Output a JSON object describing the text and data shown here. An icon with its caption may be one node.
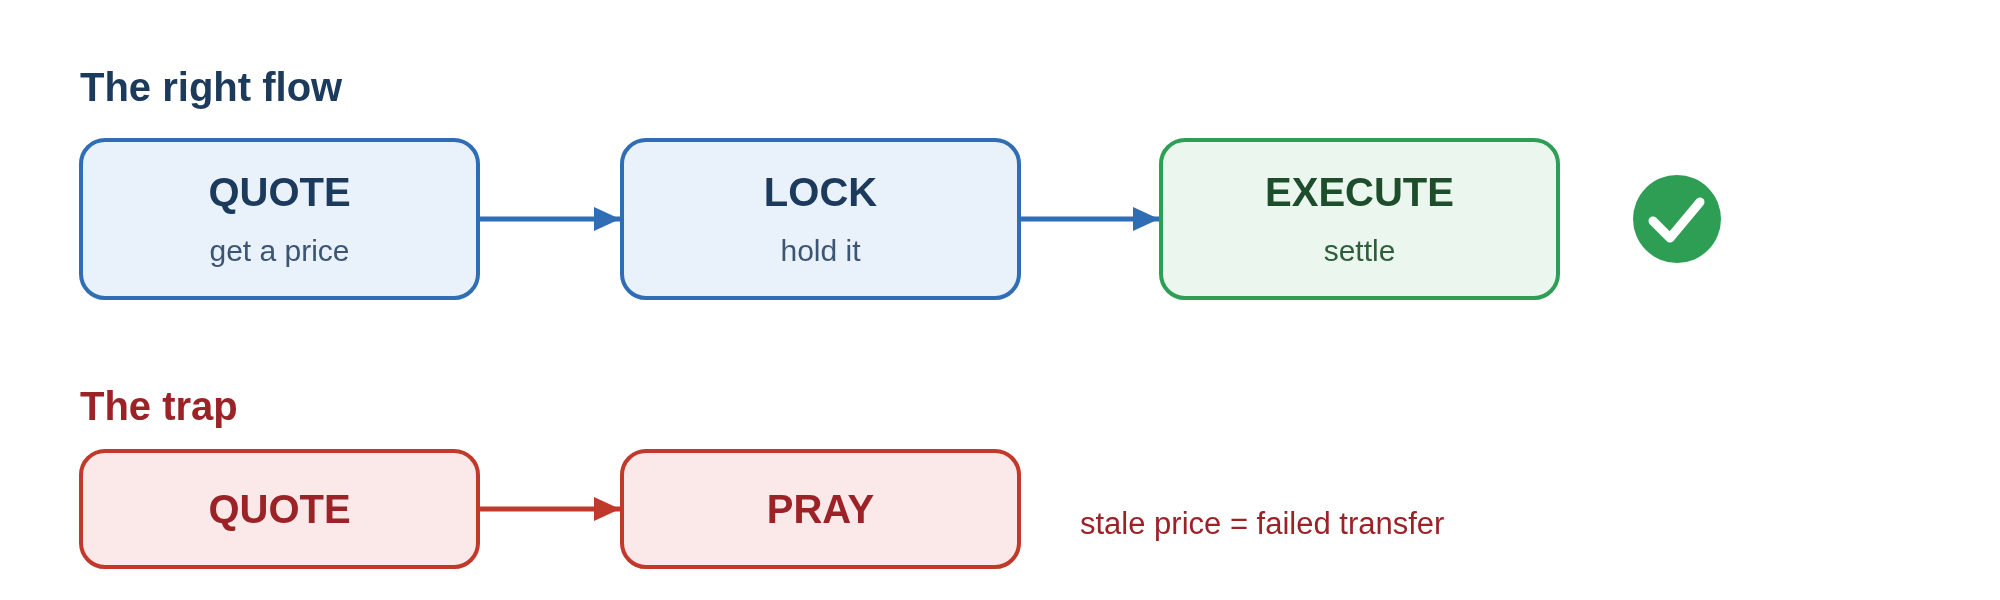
{
  "diagram": {
    "nodes": [
      {
        "text": [
          "QUOTE",
          "get a price"
        ]
      },
      {
        "text": [
          "LOCK",
          "hold it"
        ]
      },
      {
        "text": [
          "EXECUTE",
          "settle"
        ]
      },
      {
        "text": [
          "QUOTE"
        ]
      },
      {
        "text": [
          "PRAY"
        ],
        "beside": [
          "stale price = failed transfer"
        ]
      }
    ],
    "edges": [
      {
        "from": 0,
        "to": 1,
        "arrow": "to"
      },
      {
        "from": 1,
        "to": 2,
        "arrow": "to"
      },
      {
        "from": 3,
        "to": 4,
        "arrow": "to",
        "color": "#c0392b"
      }
    ],
    "labels": [
      "The right flow",
      "The trap"
    ]
  }
}
